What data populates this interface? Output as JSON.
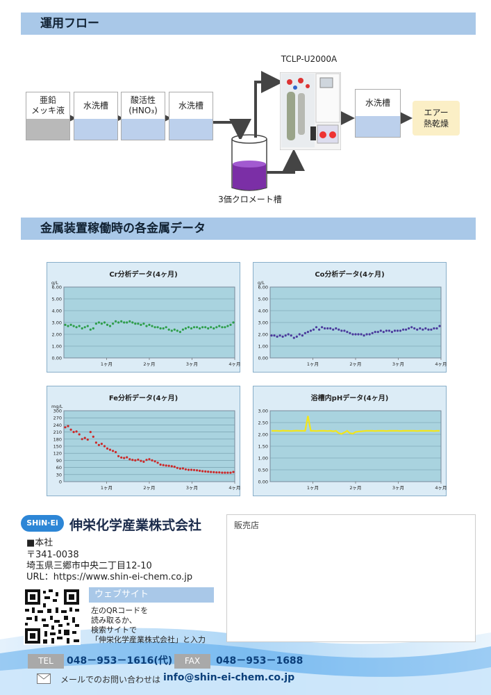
{
  "sections": {
    "flow_title": "運用フロー",
    "data_title": "金属装置稼働時の各金属データ"
  },
  "flow": {
    "steps": [
      {
        "lines": [
          "亜鉛",
          "メッキ液"
        ],
        "fill": "#b9b9b9"
      },
      {
        "lines": [
          "水洗槽"
        ],
        "fill": "#bcd0ec"
      },
      {
        "lines": [
          "酸活性",
          "(HNO₃)"
        ],
        "fill": "#bcd0ec"
      },
      {
        "lines": [
          "水洗槽"
        ],
        "fill": "#bcd0ec"
      }
    ],
    "device_label": "TCLP-U2000A",
    "tank_label": "3価クロメート槽",
    "tank_color": "#7b2fa6",
    "after_step": "水洗槽",
    "final_step": [
      "エアー",
      "熱乾燥"
    ],
    "final_color": "#fbefc6"
  },
  "chart_data": [
    {
      "type": "scatter",
      "title": "Cr分析データ(4ヶ月)",
      "ylabel": "g/L",
      "ylim": [
        0,
        6
      ],
      "yticks": [
        "6.00",
        "5.00",
        "4.00",
        "3.00",
        "2.00",
        "1.00",
        "0.00"
      ],
      "xticks": [
        "1ヶ月",
        "2ヶ月",
        "3ヶ月",
        "4ヶ月"
      ],
      "color": "#2e9e4a",
      "series": [
        {
          "values": [
            2.8,
            2.7,
            2.8,
            2.7,
            2.6,
            2.7,
            2.5,
            2.6,
            2.7,
            2.4,
            2.5,
            2.9,
            3.0,
            2.9,
            3.0,
            2.8,
            2.7,
            2.9,
            3.1,
            3.0,
            3.1,
            3.0,
            3.0,
            3.1,
            3.0,
            2.9,
            2.9,
            2.8,
            2.9,
            2.7,
            2.8,
            2.7,
            2.6,
            2.6,
            2.5,
            2.5,
            2.6,
            2.4,
            2.3,
            2.4,
            2.3,
            2.2,
            2.4,
            2.5,
            2.6,
            2.5,
            2.6,
            2.6,
            2.5,
            2.6,
            2.6,
            2.5,
            2.6,
            2.5,
            2.6,
            2.7,
            2.6,
            2.6,
            2.7,
            2.8,
            3.0
          ]
        }
      ]
    },
    {
      "type": "scatter",
      "title": "Co分析データ(4ヶ月)",
      "ylabel": "g/L",
      "ylim": [
        0,
        6
      ],
      "yticks": [
        "6.00",
        "5.00",
        "4.00",
        "3.00",
        "2.00",
        "1.00",
        "0.00"
      ],
      "xticks": [
        "1ヶ月",
        "2ヶ月",
        "3ヶ月",
        "4ヶ月"
      ],
      "color": "#4b3a9c",
      "series": [
        {
          "values": [
            1.9,
            1.9,
            1.8,
            1.9,
            1.8,
            1.9,
            2.0,
            1.9,
            1.7,
            1.8,
            2.0,
            1.9,
            2.1,
            2.2,
            2.3,
            2.4,
            2.6,
            2.4,
            2.6,
            2.5,
            2.5,
            2.5,
            2.4,
            2.5,
            2.4,
            2.3,
            2.3,
            2.2,
            2.1,
            2.0,
            2.0,
            2.0,
            2.0,
            1.9,
            2.0,
            2.0,
            2.1,
            2.2,
            2.2,
            2.3,
            2.2,
            2.3,
            2.3,
            2.2,
            2.3,
            2.3,
            2.3,
            2.4,
            2.4,
            2.5,
            2.6,
            2.5,
            2.4,
            2.5,
            2.4,
            2.5,
            2.4,
            2.4,
            2.5,
            2.5,
            2.7
          ]
        }
      ]
    },
    {
      "type": "scatter",
      "title": "Fe分析データ(4ヶ月)",
      "ylabel": "mg/L",
      "ylim": [
        0,
        300
      ],
      "yticks": [
        "300",
        "270",
        "240",
        "210",
        "180",
        "150",
        "120",
        "90",
        "60",
        "30",
        "0"
      ],
      "xticks": [
        "1ヶ月",
        "2ヶ月",
        "3ヶ月",
        "4ヶ月"
      ],
      "color": "#cc2a2a",
      "series": [
        {
          "values": [
            230,
            235,
            220,
            210,
            212,
            200,
            180,
            185,
            178,
            210,
            190,
            165,
            155,
            160,
            150,
            140,
            135,
            130,
            125,
            108,
            102,
            100,
            103,
            95,
            92,
            90,
            93,
            88,
            84,
            92,
            95,
            90,
            86,
            80,
            72,
            70,
            68,
            67,
            65,
            63,
            58,
            55,
            56,
            52,
            50,
            50,
            49,
            48,
            46,
            44,
            43,
            42,
            41,
            40,
            39,
            39,
            38,
            38,
            38,
            38,
            41
          ]
        }
      ]
    },
    {
      "type": "line",
      "title": "浴槽内pHデータ(4ヶ月)",
      "ylabel": "",
      "ylim": [
        0,
        3
      ],
      "yticks": [
        "3.00",
        "2.50",
        "2.00",
        "1.50",
        "1.00",
        "0.50",
        "0.00"
      ],
      "xticks": [
        "1ヶ月",
        "2ヶ月",
        "3ヶ月",
        "4ヶ月"
      ],
      "color": "#f2e61a",
      "series": [
        {
          "values": [
            2.15,
            2.15,
            2.15,
            2.14,
            2.16,
            2.15,
            2.15,
            2.14,
            2.15,
            2.16,
            2.15,
            2.15,
            2.15,
            2.78,
            2.15,
            2.15,
            2.14,
            2.15,
            2.15,
            2.15,
            2.14,
            2.15,
            2.13,
            2.15,
            2.05,
            2.02,
            2.08,
            2.15,
            2.05,
            2.03,
            2.1,
            2.12,
            2.13,
            2.14,
            2.15,
            2.15,
            2.15,
            2.14,
            2.15,
            2.15,
            2.15,
            2.14,
            2.15,
            2.15,
            2.15,
            2.15,
            2.14,
            2.15,
            2.15,
            2.15,
            2.15,
            2.15,
            2.14,
            2.15,
            2.15,
            2.15,
            2.15,
            2.15,
            2.14,
            2.15,
            2.15
          ]
        }
      ]
    }
  ],
  "company": {
    "logo_text": "SHiN·Ei",
    "name": "伸栄化学産業株式会社",
    "hq_label": "■本社",
    "postal": "〒341-0038",
    "address": "埼玉県三郷市中央二丁目12-10",
    "url": "URL：https://www.shin-ei-chem.co.jp",
    "website_label": "ウェブサイト",
    "website_text": [
      "左のQRコードを",
      "読み取るか、",
      "検索サイトで",
      "「伸栄化学産業株式会社」と入力"
    ],
    "dealer_label": "販売店"
  },
  "contact": {
    "tel_label": "TEL",
    "tel": "048－953－1616(代)",
    "fax_label": "FAX",
    "fax": "048－953－1688",
    "mail_prefix": "メールでのお問い合わせは",
    "mail": "info@shin-ei-chem.co.jp"
  }
}
